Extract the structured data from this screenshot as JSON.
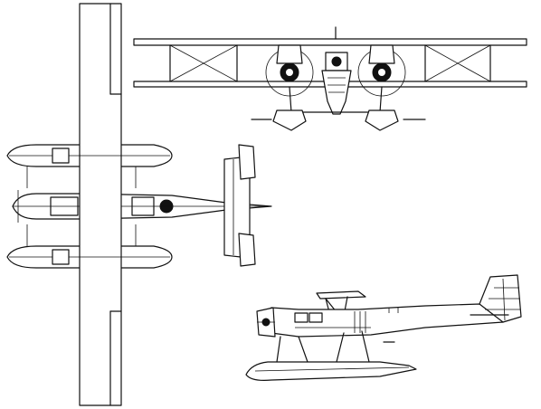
{
  "figure": {
    "description_icon_names": [
      "front-view",
      "plan-view",
      "side-view"
    ],
    "colors": {
      "line": "#111111",
      "background": "#ffffff",
      "shade": "#dcdcdc"
    }
  }
}
